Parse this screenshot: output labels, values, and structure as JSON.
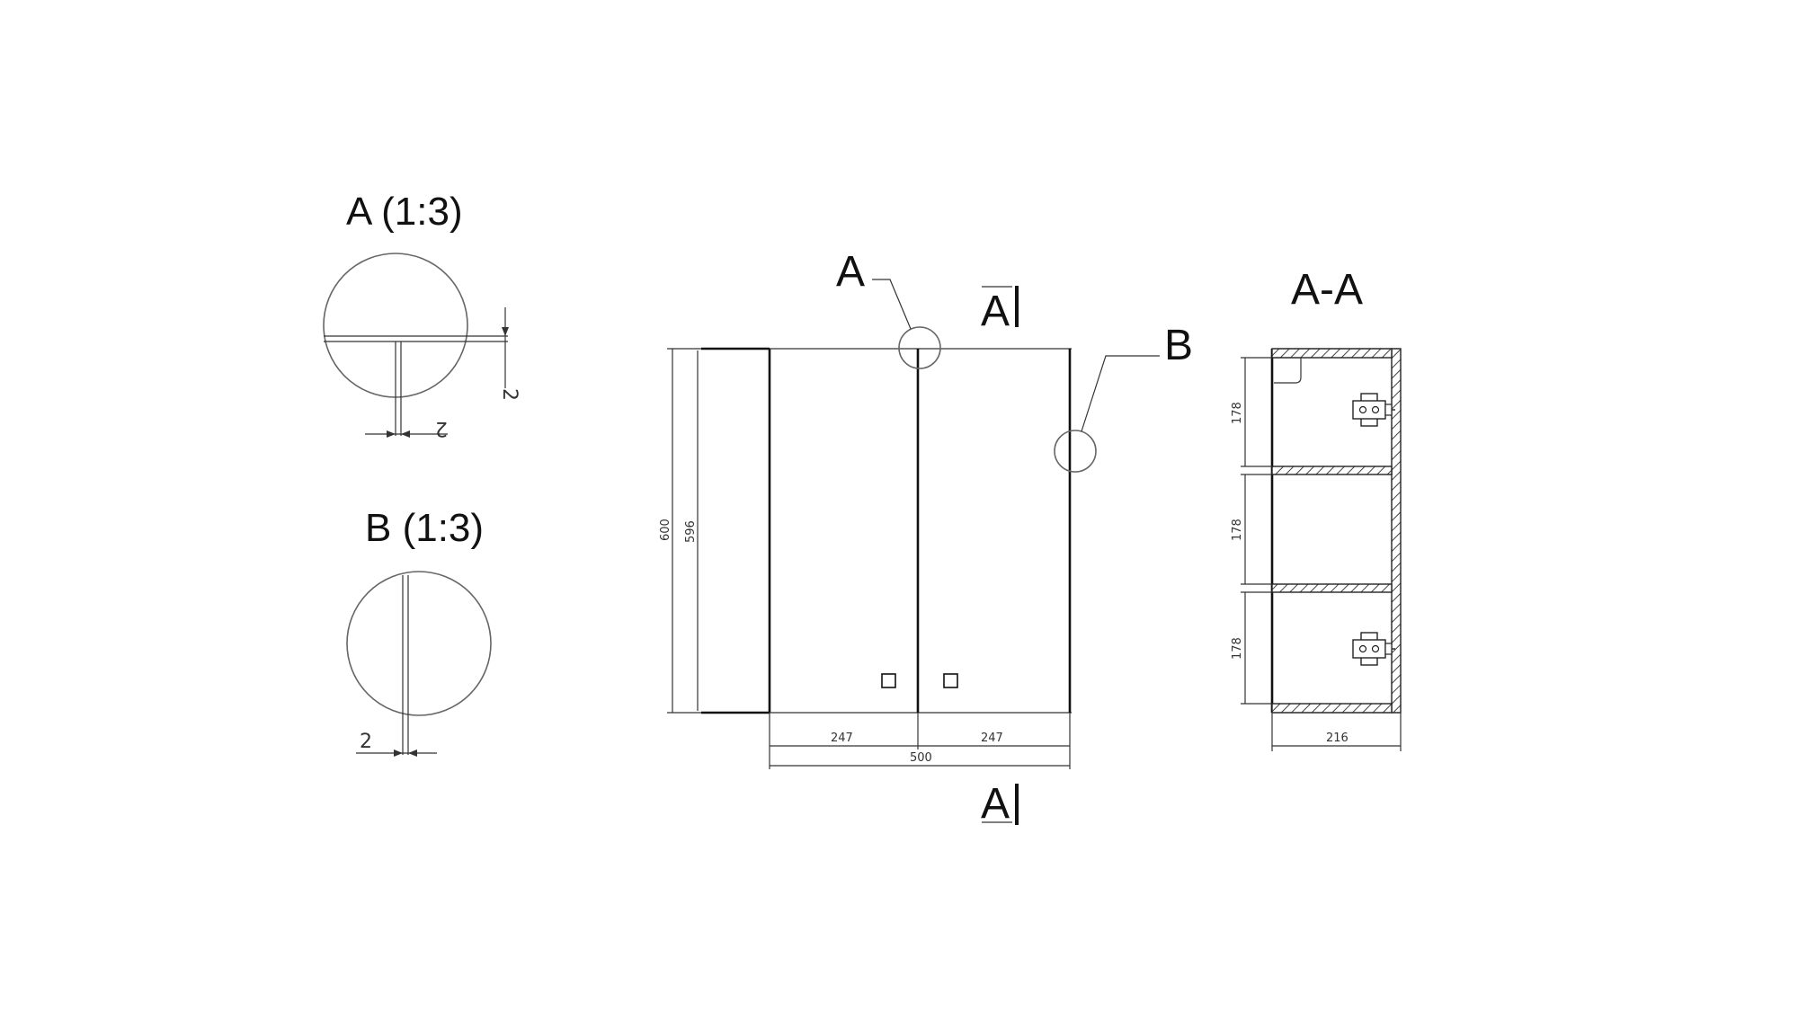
{
  "detail_a": {
    "title": "A (1:3)",
    "dim_vertical": "2",
    "dim_horizontal": "2"
  },
  "detail_b": {
    "title": "B (1:3)",
    "dim_horizontal": "2"
  },
  "front_view": {
    "callout_a": "A",
    "callout_b": "B",
    "section_mark_top": "A",
    "section_mark_bottom": "A",
    "dim_height_outer": "600",
    "dim_height_inner": "596",
    "dim_width_left": "247",
    "dim_width_right": "247",
    "dim_width_total": "500"
  },
  "section_view": {
    "title": "A-A",
    "dim_shelf_1": "178",
    "dim_shelf_2": "178",
    "dim_shelf_3": "178",
    "dim_depth": "216"
  }
}
